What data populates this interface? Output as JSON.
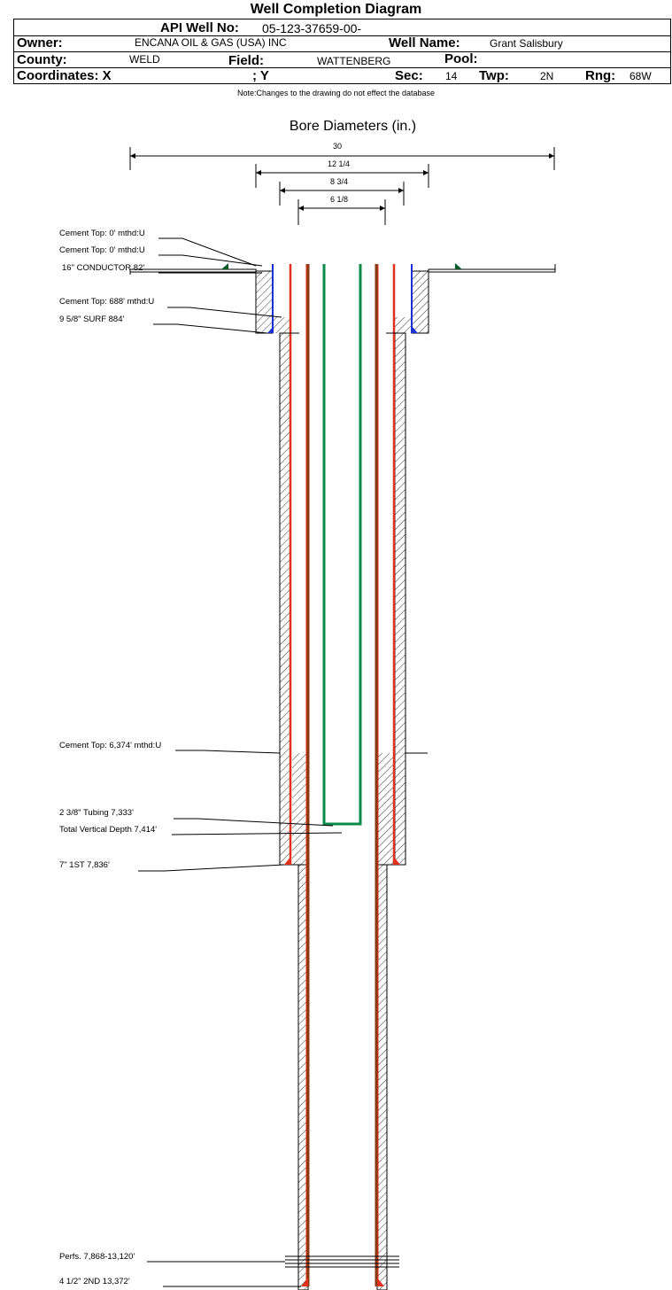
{
  "header": {
    "title": "Well Completion Diagram",
    "api_label": "API Well No:",
    "api_value": "05-123-37659-00-",
    "owner_label": "Owner:",
    "owner_value": "ENCANA OIL & GAS (USA) INC",
    "well_name_label": "Well Name:",
    "well_name_value": "Grant Salisbury",
    "county_label": "County:",
    "county_value": "WELD",
    "field_label": "Field:",
    "field_value": "WATTENBERG",
    "pool_label": "Pool:",
    "pool_value": "",
    "coord_label": "Coordinates: X",
    "coord_y_label": "; Y",
    "sec_label": "Sec:",
    "sec_value": "14",
    "twp_label": "Twp:",
    "twp_value": "2N",
    "rng_label": "Rng:",
    "rng_value": "68W",
    "note": "Note:Changes to the drawing do not effect the database"
  },
  "bore": {
    "title": "Bore Diameters (in.)",
    "diameters": [
      "30",
      "12 1/4",
      "8 3/4",
      "6 1/8"
    ]
  },
  "labels": {
    "cement_top_1": "Cement Top: 0' mthd:U",
    "cement_top_2": "Cement Top: 0' mthd:U",
    "conductor": "16\" CONDUCTOR  82'",
    "cement_top_688": "Cement Top: 688' mthd:U",
    "surf": "9 5/8\" SURF       884'",
    "cement_top_6374": "Cement Top: 6,374' mthd:U",
    "tubing": "2 3/8\" Tubing 7,333'",
    "tvd": "Total Vertical Depth 7,414'",
    "first_casing": "7\" 1ST        7,836'",
    "perfs": "Perfs. 7,868-13,120'",
    "second_casing": "4 1/2\" 2ND       13,372'"
  },
  "colors": {
    "tubing": "#0b8a4a",
    "casing_red": "#e0301e",
    "casing_brown": "#8b3a0f",
    "cement_blue": "#1a2fd6",
    "shoe_green": "#0b5a2a"
  }
}
